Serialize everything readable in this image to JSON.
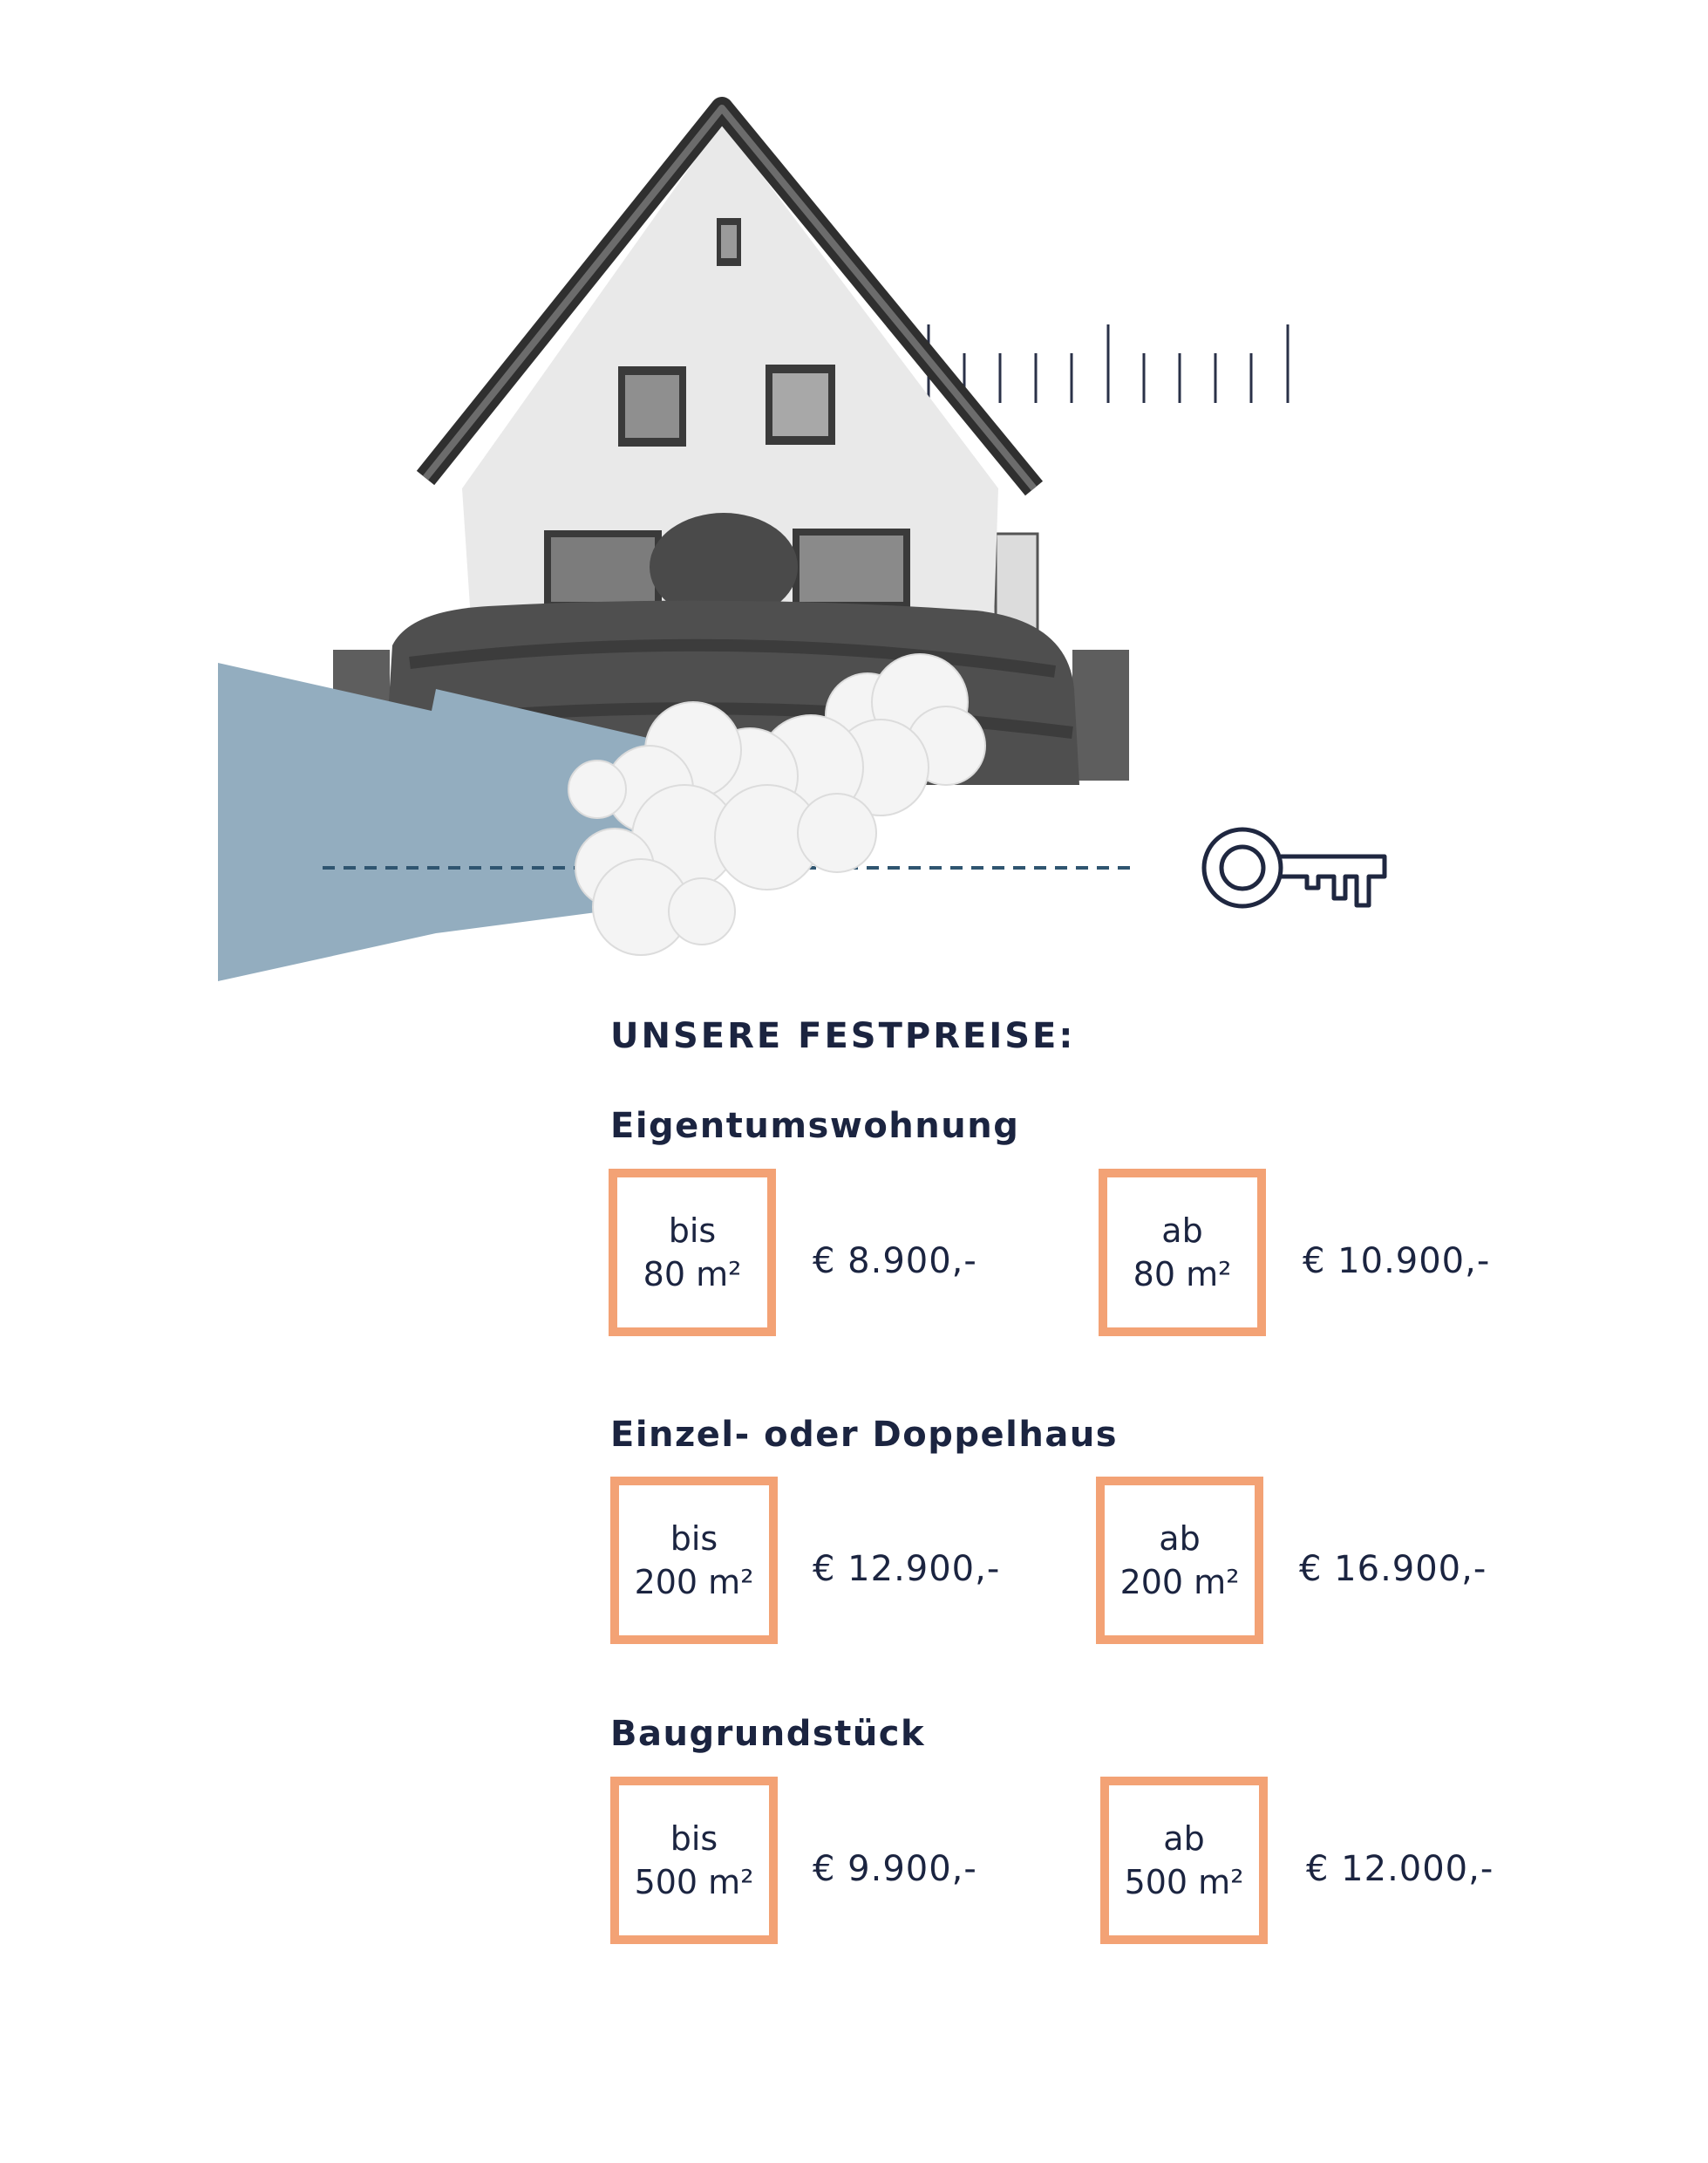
{
  "heading": "UNSERE FESTPREISE:",
  "categories": [
    {
      "title": "Eigentumswohnung",
      "tiers": [
        {
          "qualifier": "bis",
          "size": "80 m²",
          "price": "€ 8.900,-"
        },
        {
          "qualifier": "ab",
          "size": "80 m²",
          "price": "€ 10.900,-"
        }
      ]
    },
    {
      "title": "Einzel- oder Doppelhaus",
      "tiers": [
        {
          "qualifier": "bis",
          "size": "200 m²",
          "price": "€ 12.900,-"
        },
        {
          "qualifier": "ab",
          "size": "200 m²",
          "price": "€ 16.900,-"
        }
      ]
    },
    {
      "title": "Baugrundstück",
      "tiers": [
        {
          "qualifier": "bis",
          "size": "500 m²",
          "price": "€ 9.900,-"
        },
        {
          "qualifier": "ab",
          "size": "500 m²",
          "price": "€ 12.000,-"
        }
      ]
    }
  ],
  "icons": [
    "house-photo",
    "ruler-ticks",
    "key-icon",
    "cloud",
    "blue-wedge"
  ],
  "colors": {
    "text": "#1b2440",
    "box_border": "#f3a275",
    "wedge": "#93adbf",
    "dashed_line": "#2f5570"
  }
}
